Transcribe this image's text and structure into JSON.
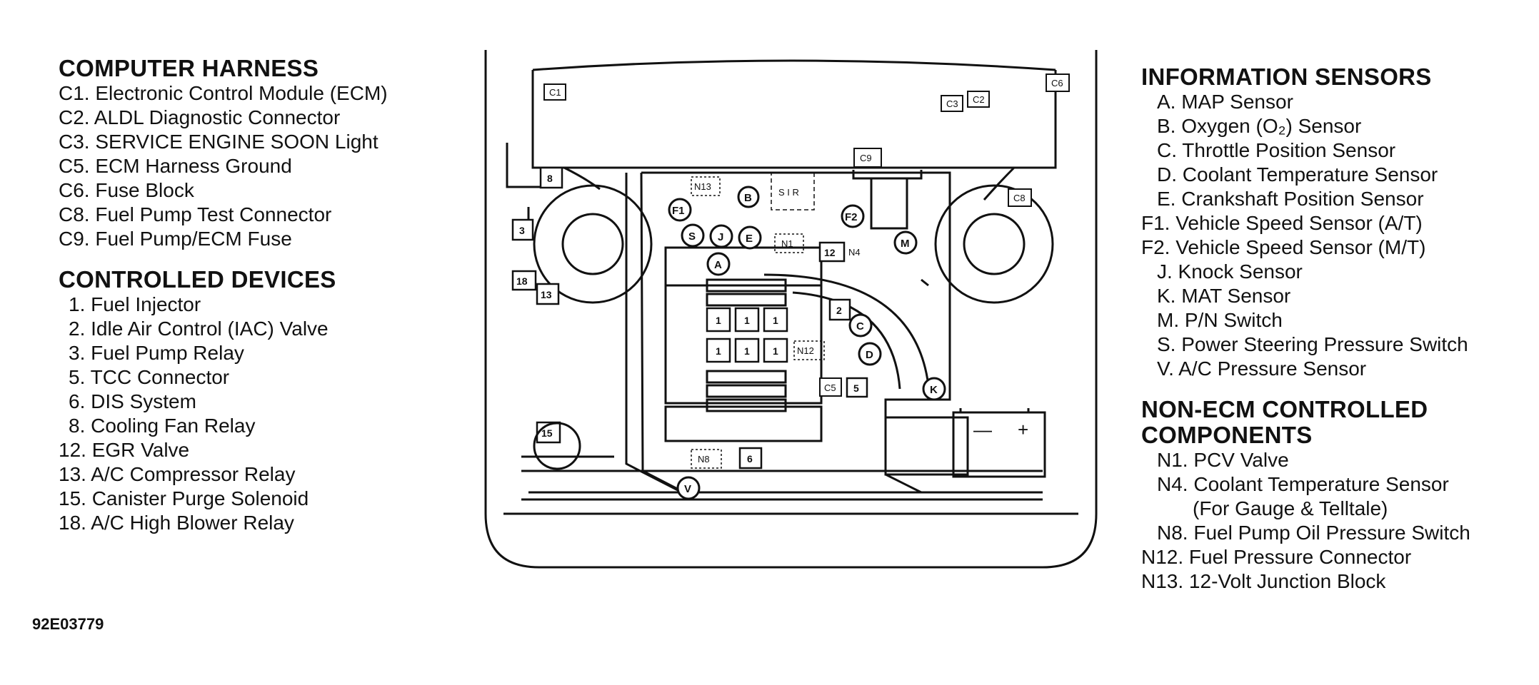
{
  "left_legend": {
    "sections": [
      {
        "title": "COMPUTER HARNESS",
        "items": [
          "C1. Electronic Control Module (ECM)",
          "C2. ALDL Diagnostic Connector",
          "C3. SERVICE ENGINE SOON Light",
          "C5. ECM Harness Ground",
          "C6. Fuse Block",
          "C8. Fuel Pump Test Connector",
          "C9. Fuel Pump/ECM Fuse"
        ]
      },
      {
        "title": "CONTROLLED DEVICES",
        "items": [
          " 1. Fuel Injector",
          " 2. Idle Air Control (IAC) Valve",
          " 3. Fuel Pump Relay",
          " 5. TCC Connector",
          " 6. DIS System",
          " 8. Cooling Fan Relay",
          "12. EGR Valve",
          "13. A/C Compressor Relay",
          "15. Canister Purge Solenoid",
          "18. A/C High Blower Relay"
        ]
      }
    ]
  },
  "right_legend": {
    "sections": [
      {
        "title": "INFORMATION SENSORS",
        "items": [
          "A. MAP Sensor",
          "B. Oxygen (O₂) Sensor",
          "C. Throttle Position Sensor",
          "D. Coolant Temperature Sensor",
          "E. Crankshaft Position Sensor",
          "F1. Vehicle Speed Sensor (A/T)",
          "F2. Vehicle Speed Sensor (M/T)",
          "J. Knock Sensor",
          "K. MAT Sensor",
          "M. P/N Switch",
          "S. Power Steering Pressure Switch",
          "V. A/C Pressure Sensor"
        ]
      },
      {
        "title": "NON-ECM CONTROLLED COMPONENTS",
        "items": [
          "N1. PCV Valve",
          "N4. Coolant Temperature Sensor",
          "(For Gauge & Telltale)",
          "N8. Fuel Pump Oil Pressure Switch",
          "N12. Fuel Pressure Connector",
          "N13. 12-Volt Junction Block"
        ]
      }
    ]
  },
  "figure_code": "92E03779",
  "diagram_labels": {
    "C1": "C1",
    "C2": "C2",
    "C3": "C3",
    "C5": "C5",
    "C6": "C6",
    "C8": "C8",
    "C9": "C9",
    "n1": "1",
    "n2": "2",
    "n3": "3",
    "n5": "5",
    "n6": "6",
    "n8": "8",
    "n12": "12",
    "n13": "13",
    "n15": "15",
    "n18": "18",
    "A": "A",
    "B": "B",
    "C": "C",
    "D": "D",
    "E": "E",
    "F1": "F1",
    "F2": "F2",
    "J": "J",
    "K": "K",
    "M": "M",
    "S": "S",
    "V": "V",
    "N1": "N1",
    "N4": "N4",
    "N8": "N8",
    "N12": "N12",
    "N13": "N13",
    "SIR": "S I R",
    "minus": "—",
    "plus": "+"
  }
}
